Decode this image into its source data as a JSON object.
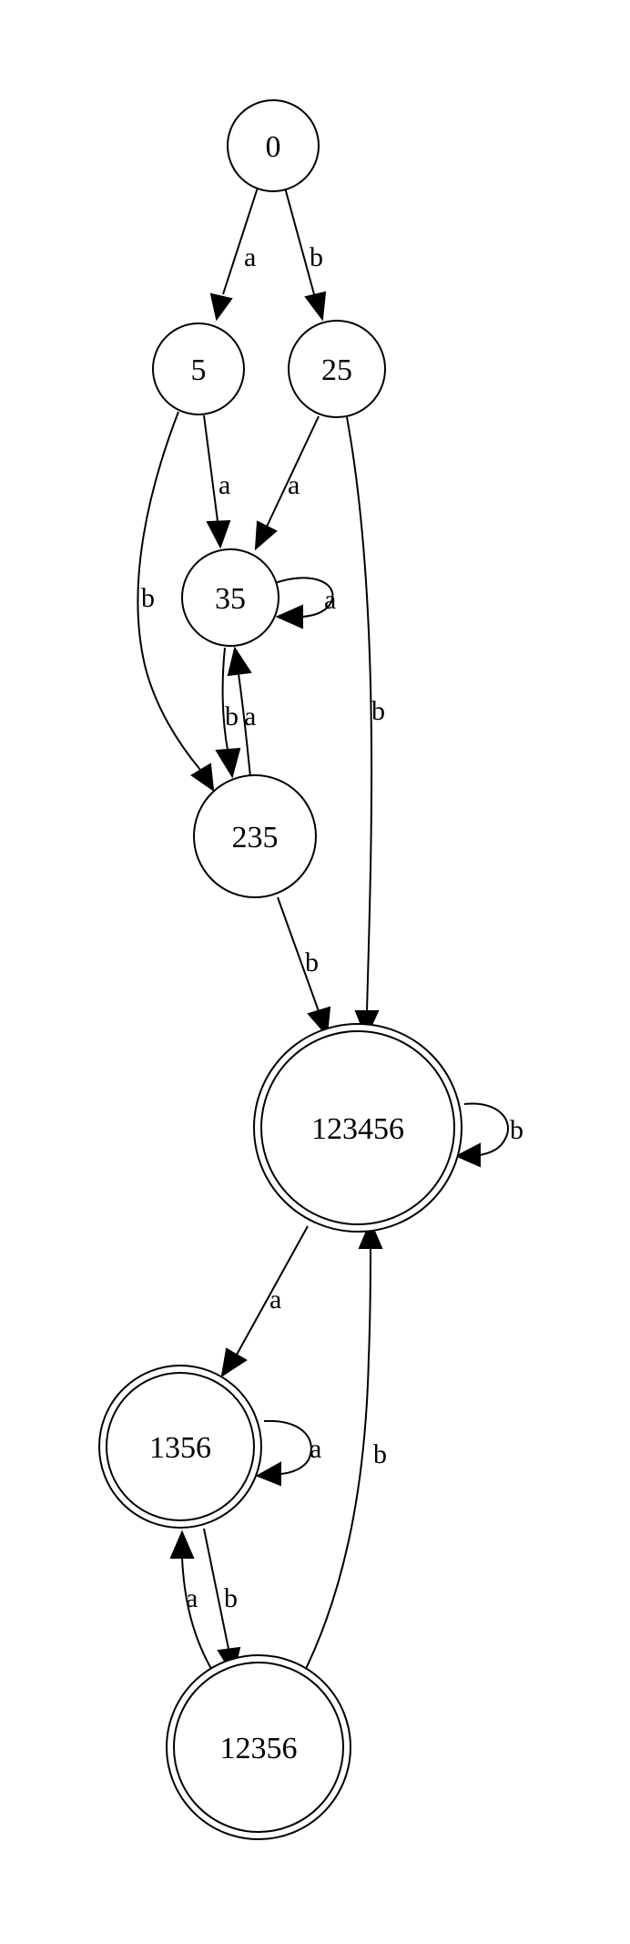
{
  "diagram": {
    "type": "finite-automaton",
    "states": [
      {
        "id": "s0",
        "label": "0",
        "accepting": false
      },
      {
        "id": "s5",
        "label": "5",
        "accepting": false
      },
      {
        "id": "s25",
        "label": "25",
        "accepting": false
      },
      {
        "id": "s35",
        "label": "35",
        "accepting": false
      },
      {
        "id": "s235",
        "label": "235",
        "accepting": false
      },
      {
        "id": "s123456",
        "label": "123456",
        "accepting": true
      },
      {
        "id": "s1356",
        "label": "1356",
        "accepting": true
      },
      {
        "id": "s12356",
        "label": "12356",
        "accepting": true
      }
    ],
    "transitions": [
      {
        "id": "t0",
        "from": "0",
        "to": "5",
        "label": "a"
      },
      {
        "id": "t1",
        "from": "0",
        "to": "25",
        "label": "b"
      },
      {
        "id": "t2",
        "from": "5",
        "to": "35",
        "label": "a"
      },
      {
        "id": "t3",
        "from": "5",
        "to": "235",
        "label": "b"
      },
      {
        "id": "t4",
        "from": "25",
        "to": "35",
        "label": "a"
      },
      {
        "id": "t5",
        "from": "25",
        "to": "123456",
        "label": "b"
      },
      {
        "id": "t6",
        "from": "35",
        "to": "35",
        "label": "a"
      },
      {
        "id": "t7",
        "from": "35",
        "to": "235",
        "label": "b"
      },
      {
        "id": "t8",
        "from": "235",
        "to": "35",
        "label": "a"
      },
      {
        "id": "t9",
        "from": "235",
        "to": "123456",
        "label": "b"
      },
      {
        "id": "t10",
        "from": "123456",
        "to": "123456",
        "label": "b"
      },
      {
        "id": "t11",
        "from": "123456",
        "to": "1356",
        "label": "a"
      },
      {
        "id": "t12",
        "from": "1356",
        "to": "1356",
        "label": "a"
      },
      {
        "id": "t13",
        "from": "1356",
        "to": "12356",
        "label": "b"
      },
      {
        "id": "t14",
        "from": "12356",
        "to": "1356",
        "label": "a"
      },
      {
        "id": "t15",
        "from": "12356",
        "to": "123456",
        "label": "b"
      }
    ]
  }
}
